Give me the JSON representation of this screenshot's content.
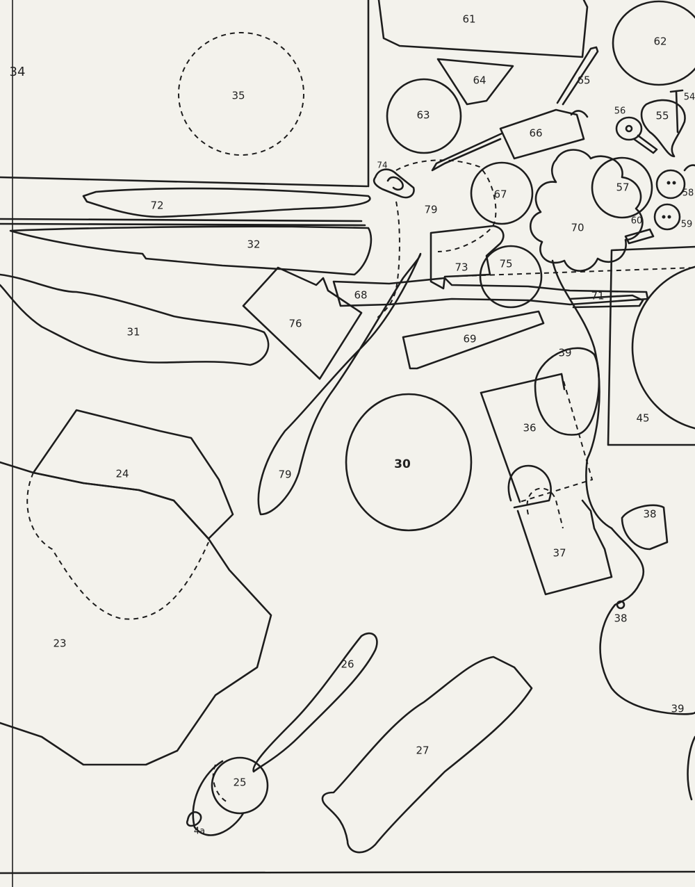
{
  "labels": {
    "l23": "23",
    "l24": "24",
    "l25": "25",
    "l26": "26",
    "l27": "27",
    "l30": "30",
    "l31": "31",
    "l32": "32",
    "l34": "34",
    "l35": "35",
    "l36": "36",
    "l37": "37",
    "l38a": "38",
    "l38b": "38",
    "l39a": "39",
    "l39b": "39",
    "l45": "45",
    "l54": "54",
    "l55": "55",
    "l56": "56",
    "l57": "57",
    "l58": "58",
    "l59": "59",
    "l60": "60",
    "l61": "61",
    "l62": "62",
    "l63": "63",
    "l64": "64",
    "l65": "65",
    "l66": "66",
    "l67": "67",
    "l68": "68",
    "l69": "69",
    "l70": "70",
    "l71": "71",
    "l72": "72",
    "l73": "73",
    "l74": "74",
    "l75": "75",
    "l76": "76",
    "l79a": "79",
    "l79b": "79",
    "l4a": "4a"
  }
}
